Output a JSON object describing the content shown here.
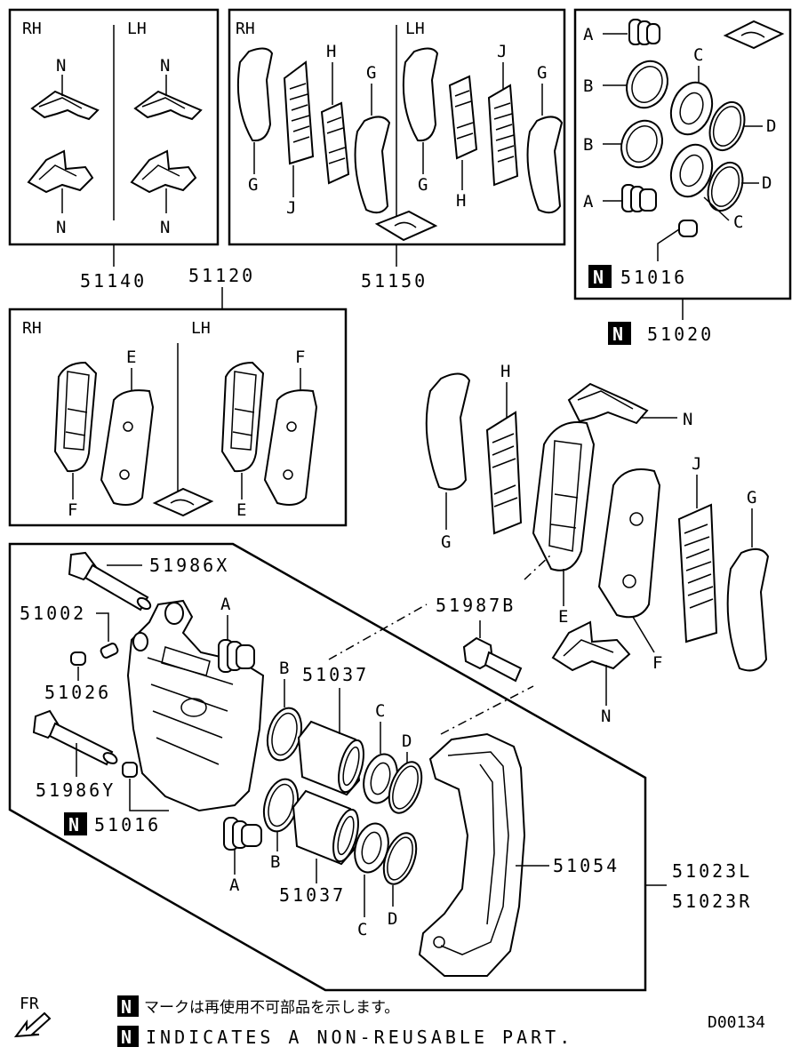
{
  "header_labels": {
    "rh": "RH",
    "lh": "LH"
  },
  "part_numbers": {
    "p51140": "51140",
    "p51150": "51150",
    "p51120": "51120",
    "p51016_kit": "51016",
    "p51020": "51020",
    "p51986x": "51986X",
    "p51002": "51002",
    "p51026": "51026",
    "p51986y": "51986Y",
    "p51016": "51016",
    "p51987b": "51987B",
    "p51037_top": "51037",
    "p51037_bottom": "51037",
    "p51054": "51054",
    "p51023l": "51023L",
    "p51023r": "51023R"
  },
  "letters": {
    "a": "A",
    "b": "B",
    "c": "C",
    "d": "D",
    "e": "E",
    "f": "F",
    "g": "G",
    "h": "H",
    "j": "J",
    "n": "N"
  },
  "non_reusable_marker": "N",
  "footer": {
    "direction_label": "FR",
    "japanese_note": "マークは再使用不可部品を示します。",
    "english_note": "INDICATES A NON-REUSABLE PART.",
    "drawing_code": "D00134"
  }
}
